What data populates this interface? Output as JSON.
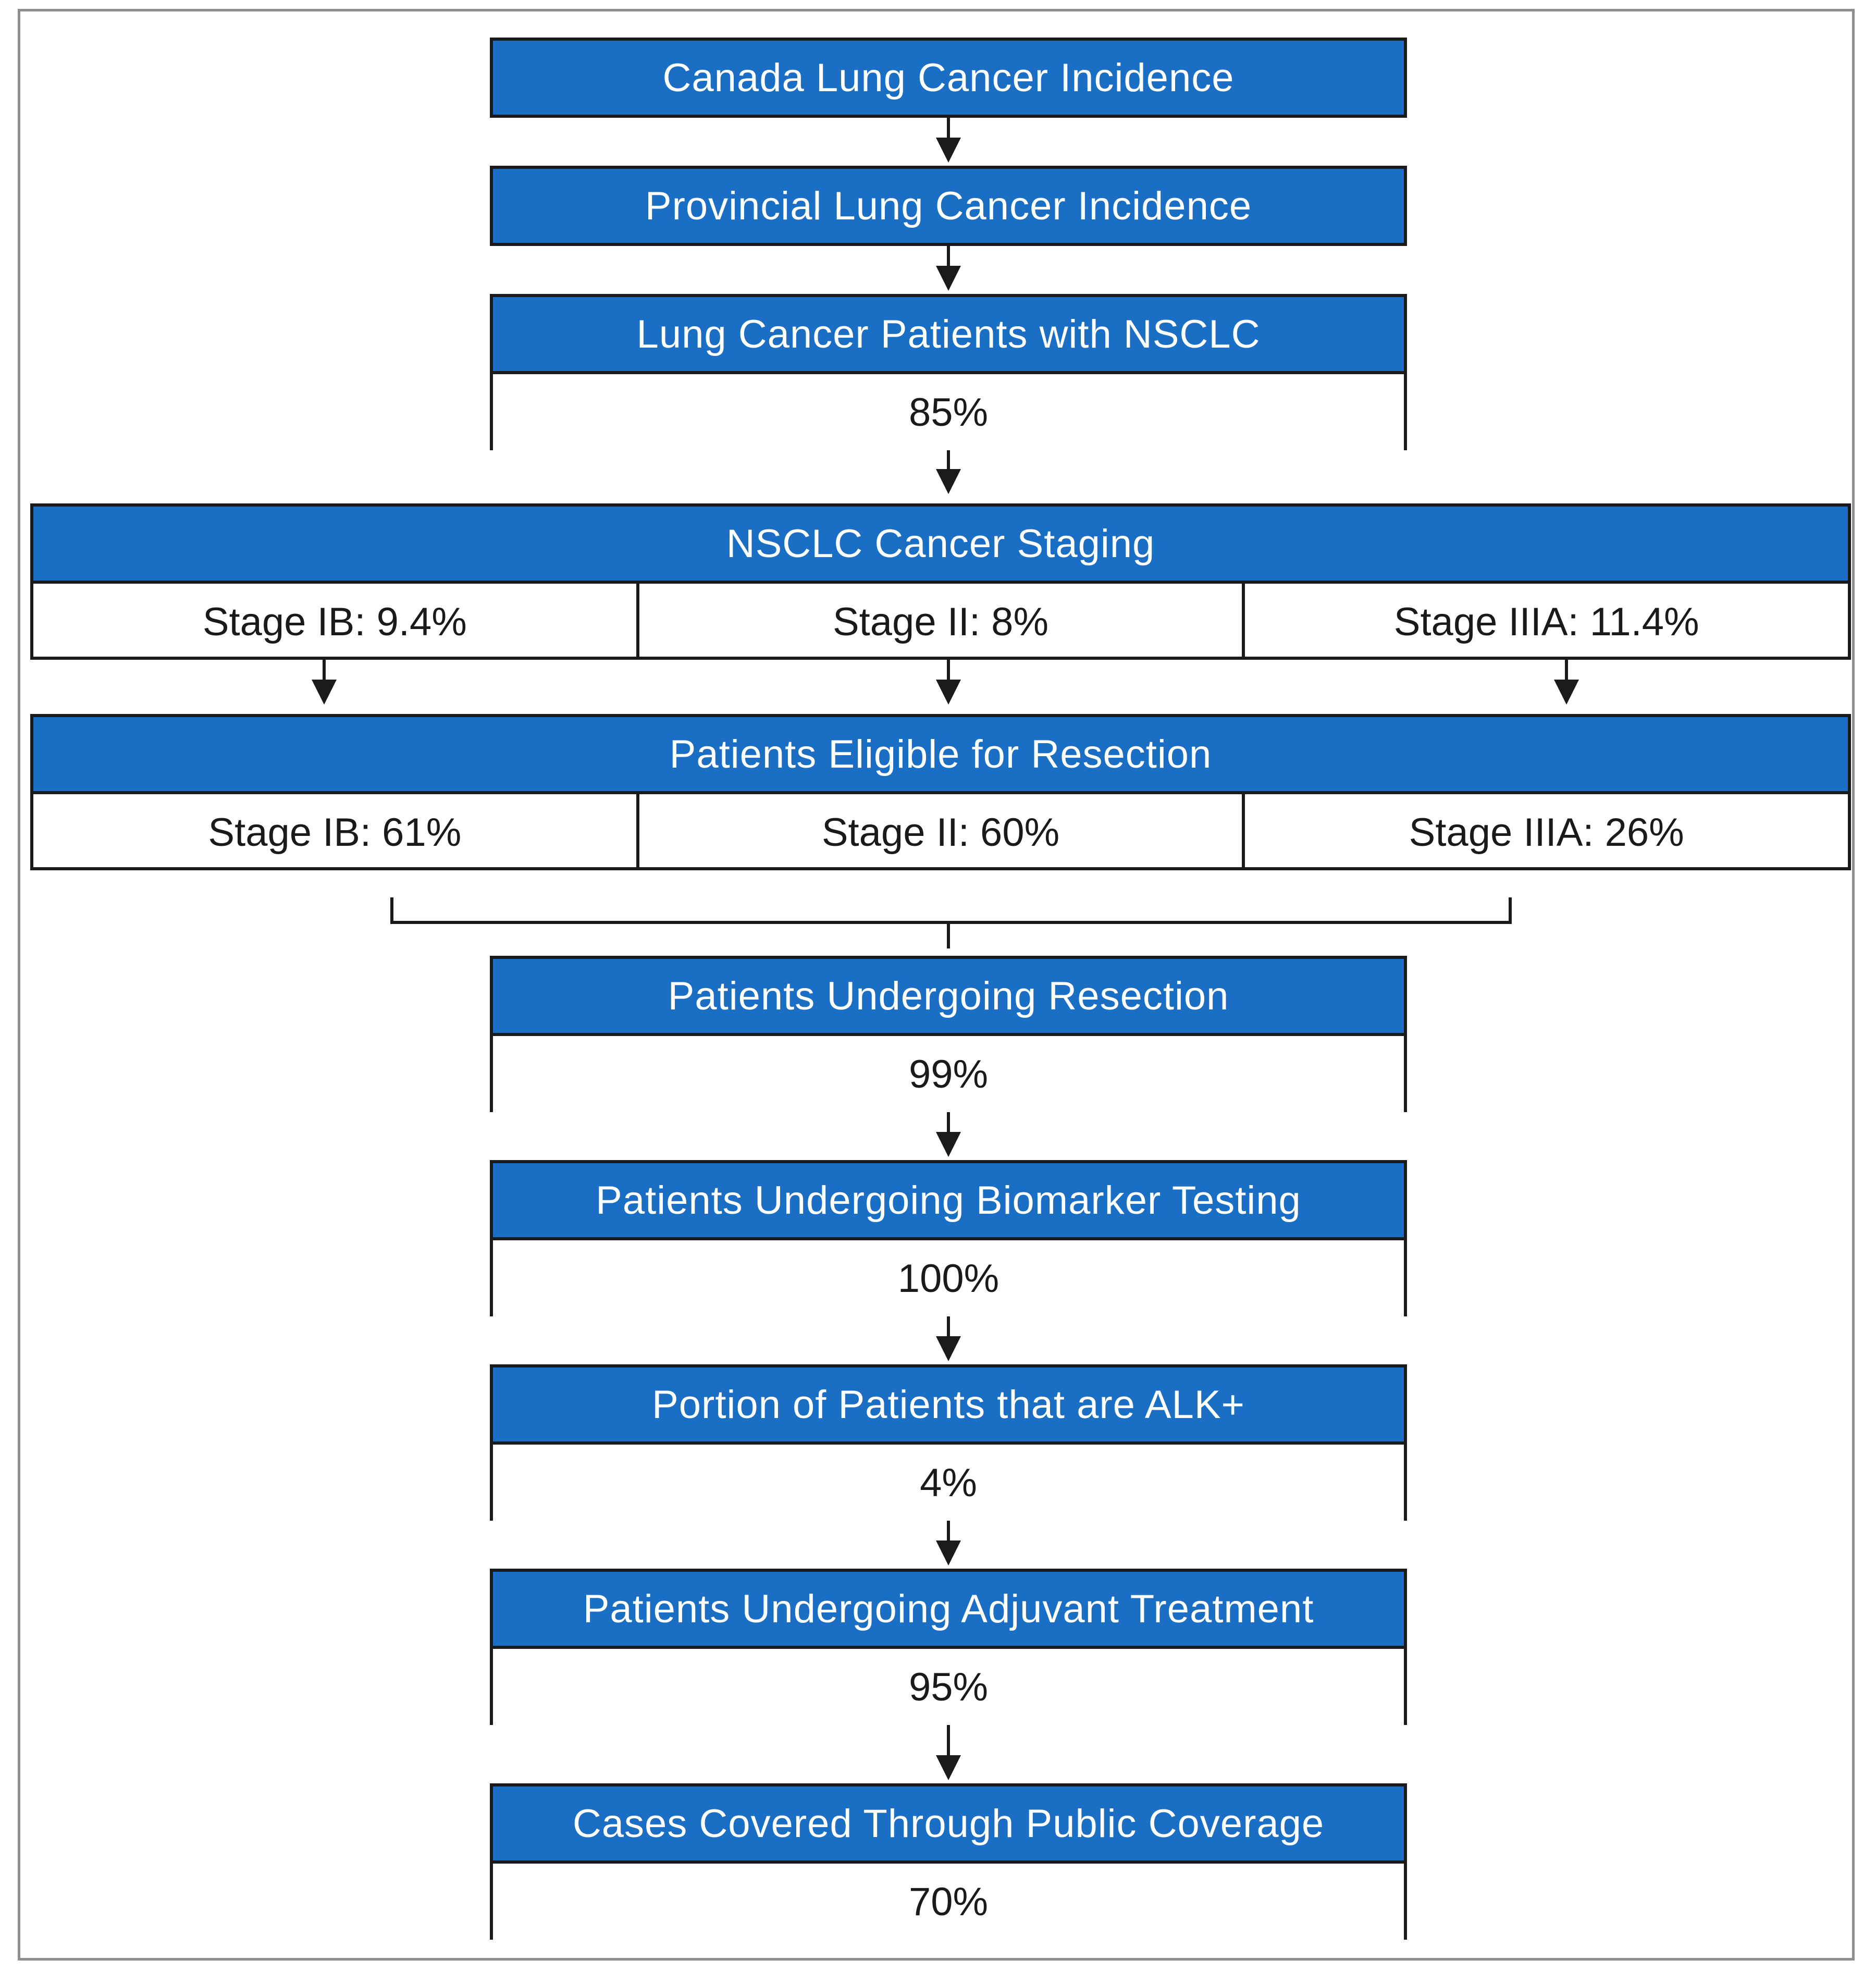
{
  "steps": [
    {
      "title": "Canada Lung Cancer Incidence"
    },
    {
      "title": "Provincial Lung Cancer Incidence"
    },
    {
      "title": "Lung Cancer Patients with NSCLC",
      "value": "85%"
    },
    {
      "title": "NSCLC Cancer Staging",
      "stages": [
        "Stage IB: 9.4%",
        "Stage II: 8%",
        "Stage IIIA: 11.4%"
      ]
    },
    {
      "title": "Patients Eligible for Resection",
      "stages": [
        "Stage IB: 61%",
        "Stage II: 60%",
        "Stage IIIA: 26%"
      ]
    },
    {
      "title": "Patients Undergoing Resection",
      "value": "99%"
    },
    {
      "title": "Patients Undergoing Biomarker Testing",
      "value": "100%"
    },
    {
      "title": "Portion of Patients that are ALK+",
      "value": "4%"
    },
    {
      "title": "Patients Undergoing Adjuvant Treatment",
      "value": "95%"
    },
    {
      "title": "Cases Covered Through Public Coverage",
      "value": "70%"
    }
  ],
  "colors": {
    "header": "#1a6fc4",
    "border": "#1a1a1a"
  }
}
